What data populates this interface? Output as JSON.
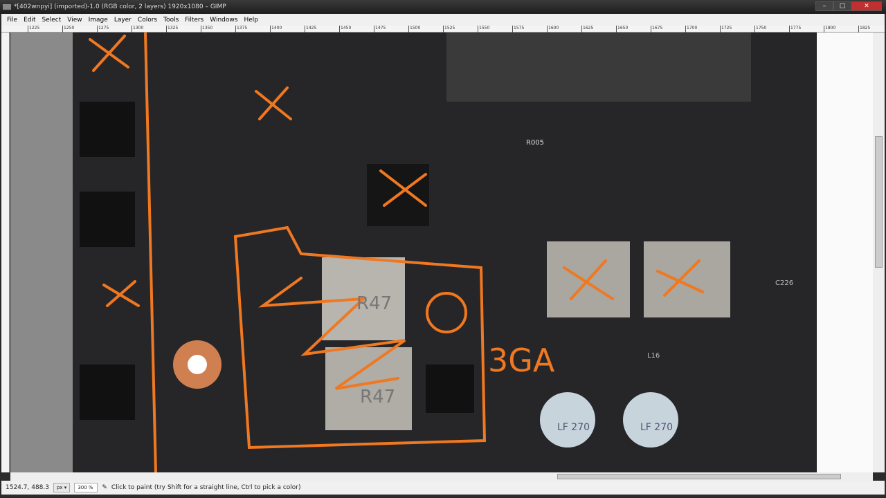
{
  "window": {
    "title": "*[402wnpyi] (imported)-1.0 (RGB color, 2 layers) 1920x1080 – GIMP",
    "minimize": "–",
    "maximize": "□",
    "close": "✕"
  },
  "menu": [
    "File",
    "Edit",
    "Select",
    "View",
    "Image",
    "Layer",
    "Colors",
    "Tools",
    "Filters",
    "Windows",
    "Help"
  ],
  "ruler": [
    "1225",
    "1250",
    "1275",
    "1300",
    "1325",
    "1350",
    "1375",
    "1400",
    "1425",
    "1450",
    "1475",
    "1500",
    "1525",
    "1550",
    "1575",
    "1600",
    "1625",
    "1650",
    "1675",
    "1700",
    "1725",
    "1750",
    "1775",
    "1800",
    "1825"
  ],
  "canvas": {
    "labels": [
      "R47",
      "R47",
      "3GA",
      "L16",
      "C226",
      "R005",
      "LF 270",
      "LF 270"
    ],
    "accent": "#f07820"
  },
  "status": {
    "coords": "1524.7, 488.3",
    "unit": "px",
    "zoom": "300 %",
    "message": "Click to paint (try Shift for a straight line, Ctrl to pick a color)"
  }
}
